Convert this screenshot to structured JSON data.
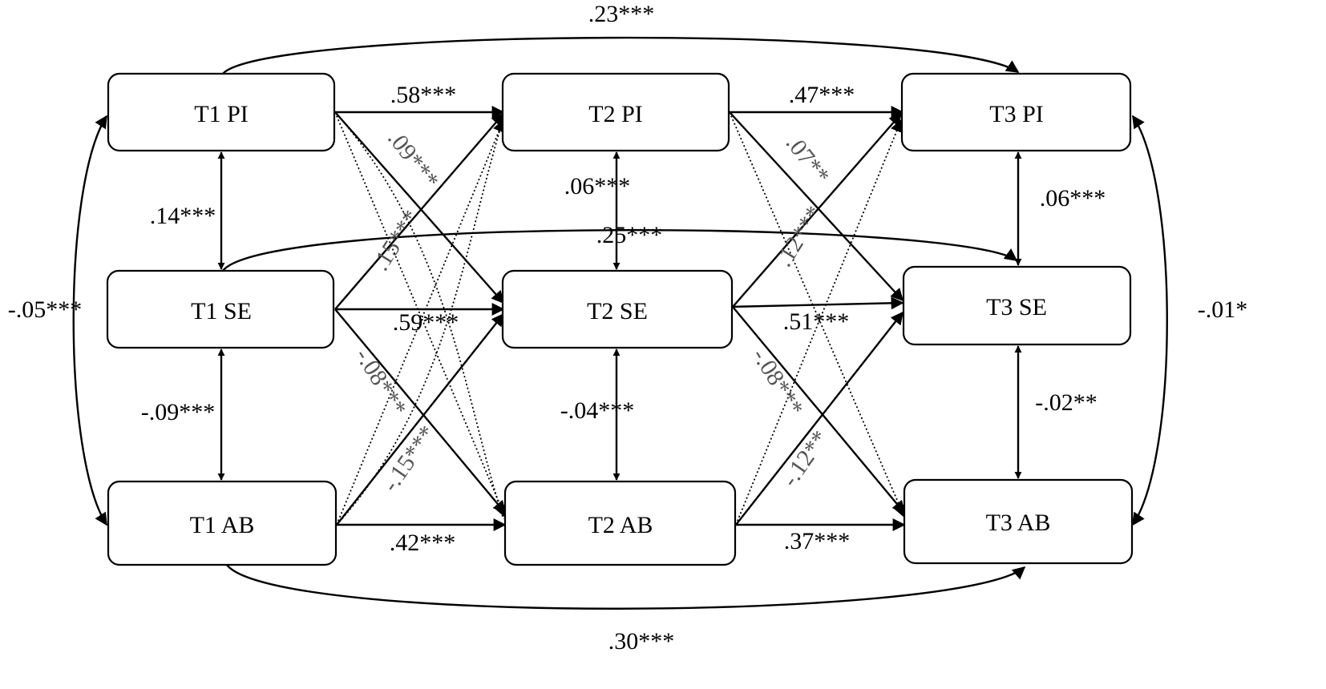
{
  "nodes": {
    "t1_pi": "T1 PI",
    "t1_se": "T1 SE",
    "t1_ab": "T1 AB",
    "t2_pi": "T2 PI",
    "t2_se": "T2 SE",
    "t2_ab": "T2 AB",
    "t3_pi": "T3 PI",
    "t3_se": "T3 SE",
    "t3_ab": "T3 AB"
  },
  "coefficients": {
    "t1pi_t3pi": ".23***",
    "t1pi_t2pi": ".58***",
    "t2pi_t3pi": ".47***",
    "t1pi_t2se": ".09***",
    "t2pi_t3se": ".07**",
    "t1pi_t1se": ".14***",
    "t2pi_t2se": ".06***",
    "t3pi_t3se": ".06***",
    "t1se_t3se": ".25***",
    "t1se_t2pi": ".15***",
    "t2se_t3pi": ".12***",
    "t1pi_t1ab": "-.05***",
    "t3pi_t3ab": "-.01*",
    "t1se_t2se": ".59***",
    "t2se_t3se": ".51***",
    "t1se_t2ab": "-.08***",
    "t2se_t3ab": "-.08***",
    "t1se_t1ab": "-.09***",
    "t2se_t2ab": "-.04***",
    "t3se_t3ab": "-.02**",
    "t1ab_t2se": "-.15***",
    "t2ab_t3se": "-.12**",
    "t1ab_t2ab": ".42***",
    "t2ab_t3ab": ".37***",
    "t1ab_t3ab": ".30***"
  }
}
